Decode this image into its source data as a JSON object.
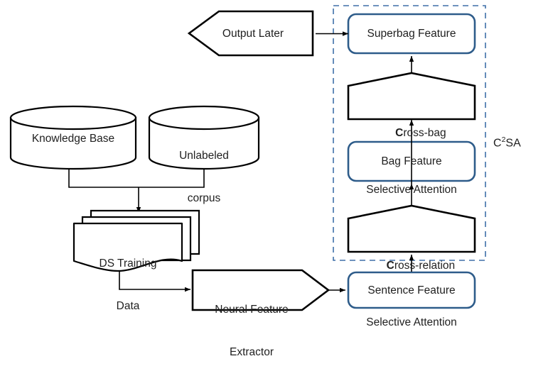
{
  "diagram": {
    "title": "Distant Supervision Relation Extraction with Cross-relation Cross-bag Selective Attention",
    "group_label_prefix": "C",
    "group_label_sup": "2",
    "group_label_suffix": "SA",
    "colors": {
      "blue_border": "#2E5C8A",
      "black_border": "#000000",
      "dashed_border": "#3E6FA8",
      "text": "#1f1f1f",
      "background": "#FFFFFF"
    },
    "nodes": {
      "output_later": {
        "label": "Output Later",
        "shape": "left-arrow-pentagon"
      },
      "superbag_feature": {
        "label": "Superbag Feature",
        "shape": "rounded-rect"
      },
      "cross_bag_attention": {
        "label_bold": "C",
        "label_rest_line1": "ross-bag",
        "label_line2": "Selective Attention",
        "shape": "pentagon-up"
      },
      "bag_feature": {
        "label": "Bag Feature",
        "shape": "rounded-rect"
      },
      "cross_relation_attention": {
        "label_bold": "C",
        "label_rest_line1": "ross-relation",
        "label_line2": "Selective Attention",
        "shape": "pentagon-up"
      },
      "sentence_feature": {
        "label": "Sentence Feature",
        "shape": "rounded-rect"
      },
      "knowledge_base": {
        "label": "Knowledge Base",
        "shape": "cylinder"
      },
      "unlabeled_corpus": {
        "label_line1": "Unlabeled",
        "label_line2": "corpus",
        "shape": "cylinder"
      },
      "ds_training_data": {
        "label_line1": "DS Training",
        "label_line2": "Data",
        "shape": "stacked-document"
      },
      "neural_feature_extractor": {
        "label_line1": "Neural Feature",
        "label_line2": "Extractor",
        "shape": "right-arrow-pentagon"
      }
    },
    "edges": [
      {
        "from": "superbag_feature",
        "to": "output_later"
      },
      {
        "from": "cross_bag_attention",
        "to": "superbag_feature"
      },
      {
        "from": "bag_feature",
        "to": "cross_bag_attention"
      },
      {
        "from": "cross_relation_attention",
        "to": "bag_feature"
      },
      {
        "from": "sentence_feature",
        "to": "cross_relation_attention"
      },
      {
        "from": "knowledge_base",
        "to": "ds_training_data"
      },
      {
        "from": "unlabeled_corpus",
        "to": "ds_training_data"
      },
      {
        "from": "ds_training_data",
        "to": "neural_feature_extractor"
      },
      {
        "from": "neural_feature_extractor",
        "to": "sentence_feature"
      }
    ]
  }
}
